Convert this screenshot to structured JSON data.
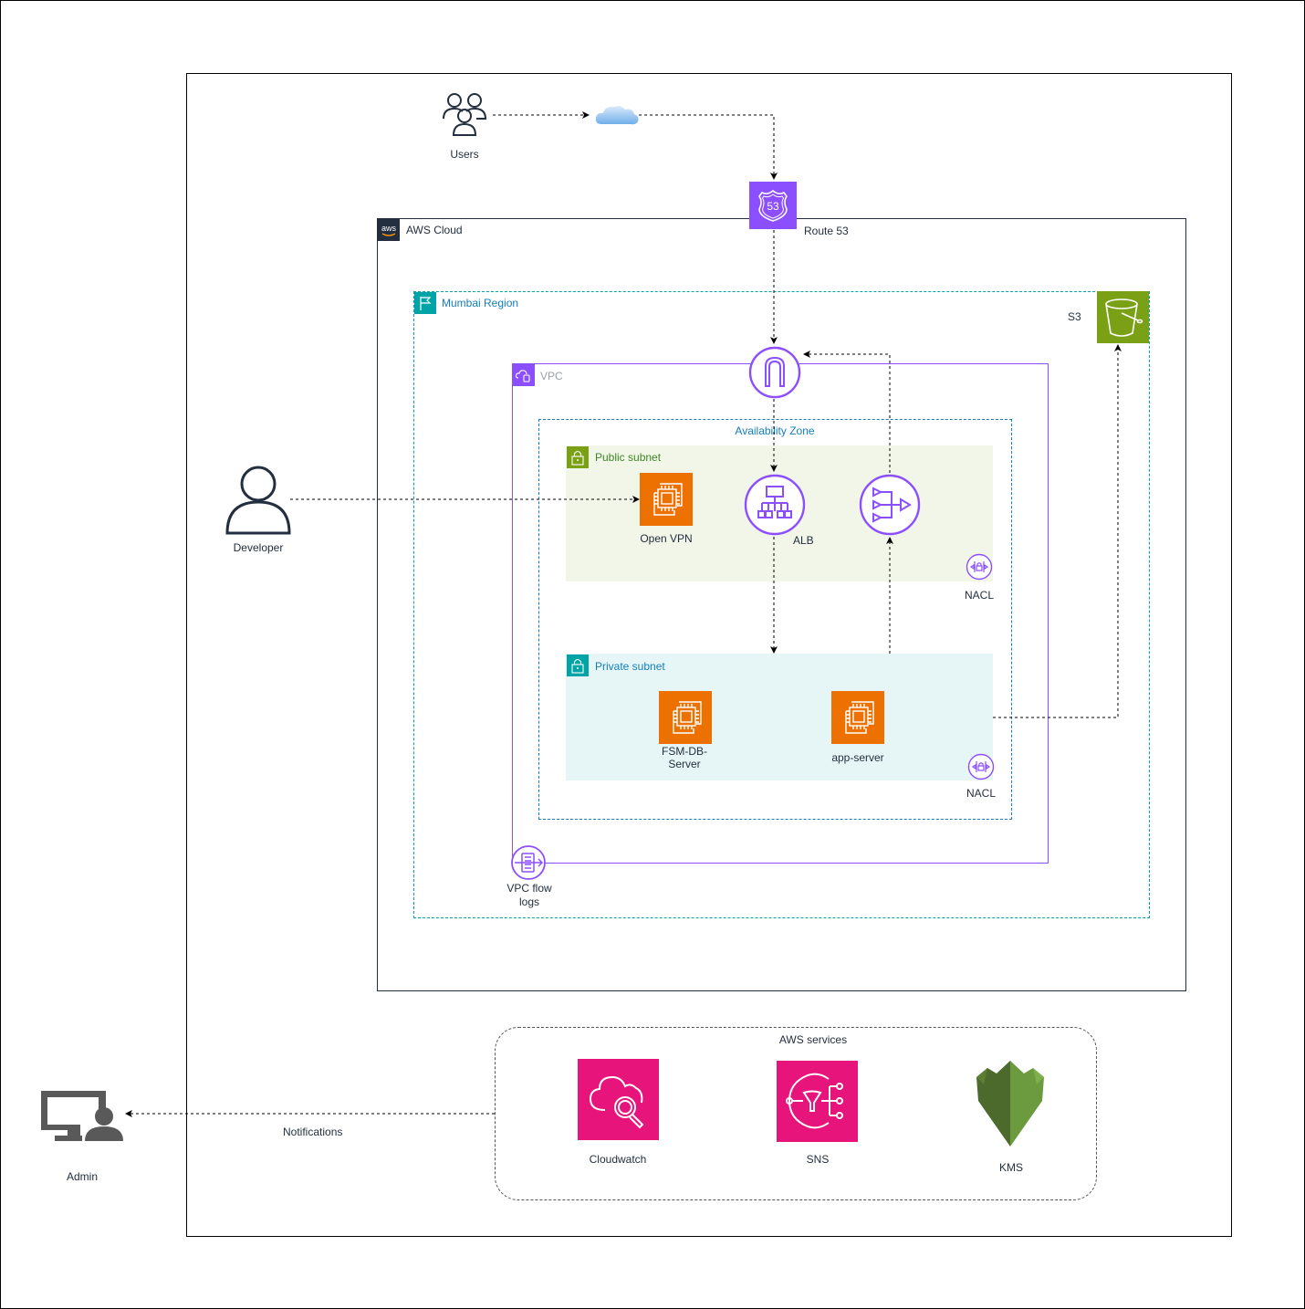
{
  "groups": {
    "aws_cloud": "AWS Cloud",
    "region": "Mumbai Region",
    "vpc": "VPC",
    "availability_zone": "Availability Zone",
    "public_subnet": "Public subnet",
    "private_subnet": "Private subnet",
    "aws_services": "AWS services"
  },
  "nodes": {
    "users": "Users",
    "route53": "Route 53",
    "s3": "S3",
    "developer": "Developer",
    "open_vpn": "Open VPN",
    "alb": "ALB",
    "nacl_public": "NACL",
    "nacl_private": "NACL",
    "fsm_db_server": "FSM-DB-Server",
    "app_server": "app-server",
    "vpc_flow_logs": "VPC flow logs",
    "cloudwatch": "Cloudwatch",
    "sns": "SNS",
    "kms": "KMS",
    "admin": "Admin"
  },
  "edges": {
    "notifications": "Notifications"
  },
  "icons": {
    "aws_logo_text": "aws",
    "route53_text": "53"
  },
  "colors": {
    "compute_orange": "#ed7100",
    "network_purple": "#8c4fff",
    "storage_green": "#7aa116",
    "management_pink": "#e7157b",
    "region_teal": "#00a4a6",
    "az_blue": "#147eba",
    "kms_green": "#6c8d3b"
  }
}
